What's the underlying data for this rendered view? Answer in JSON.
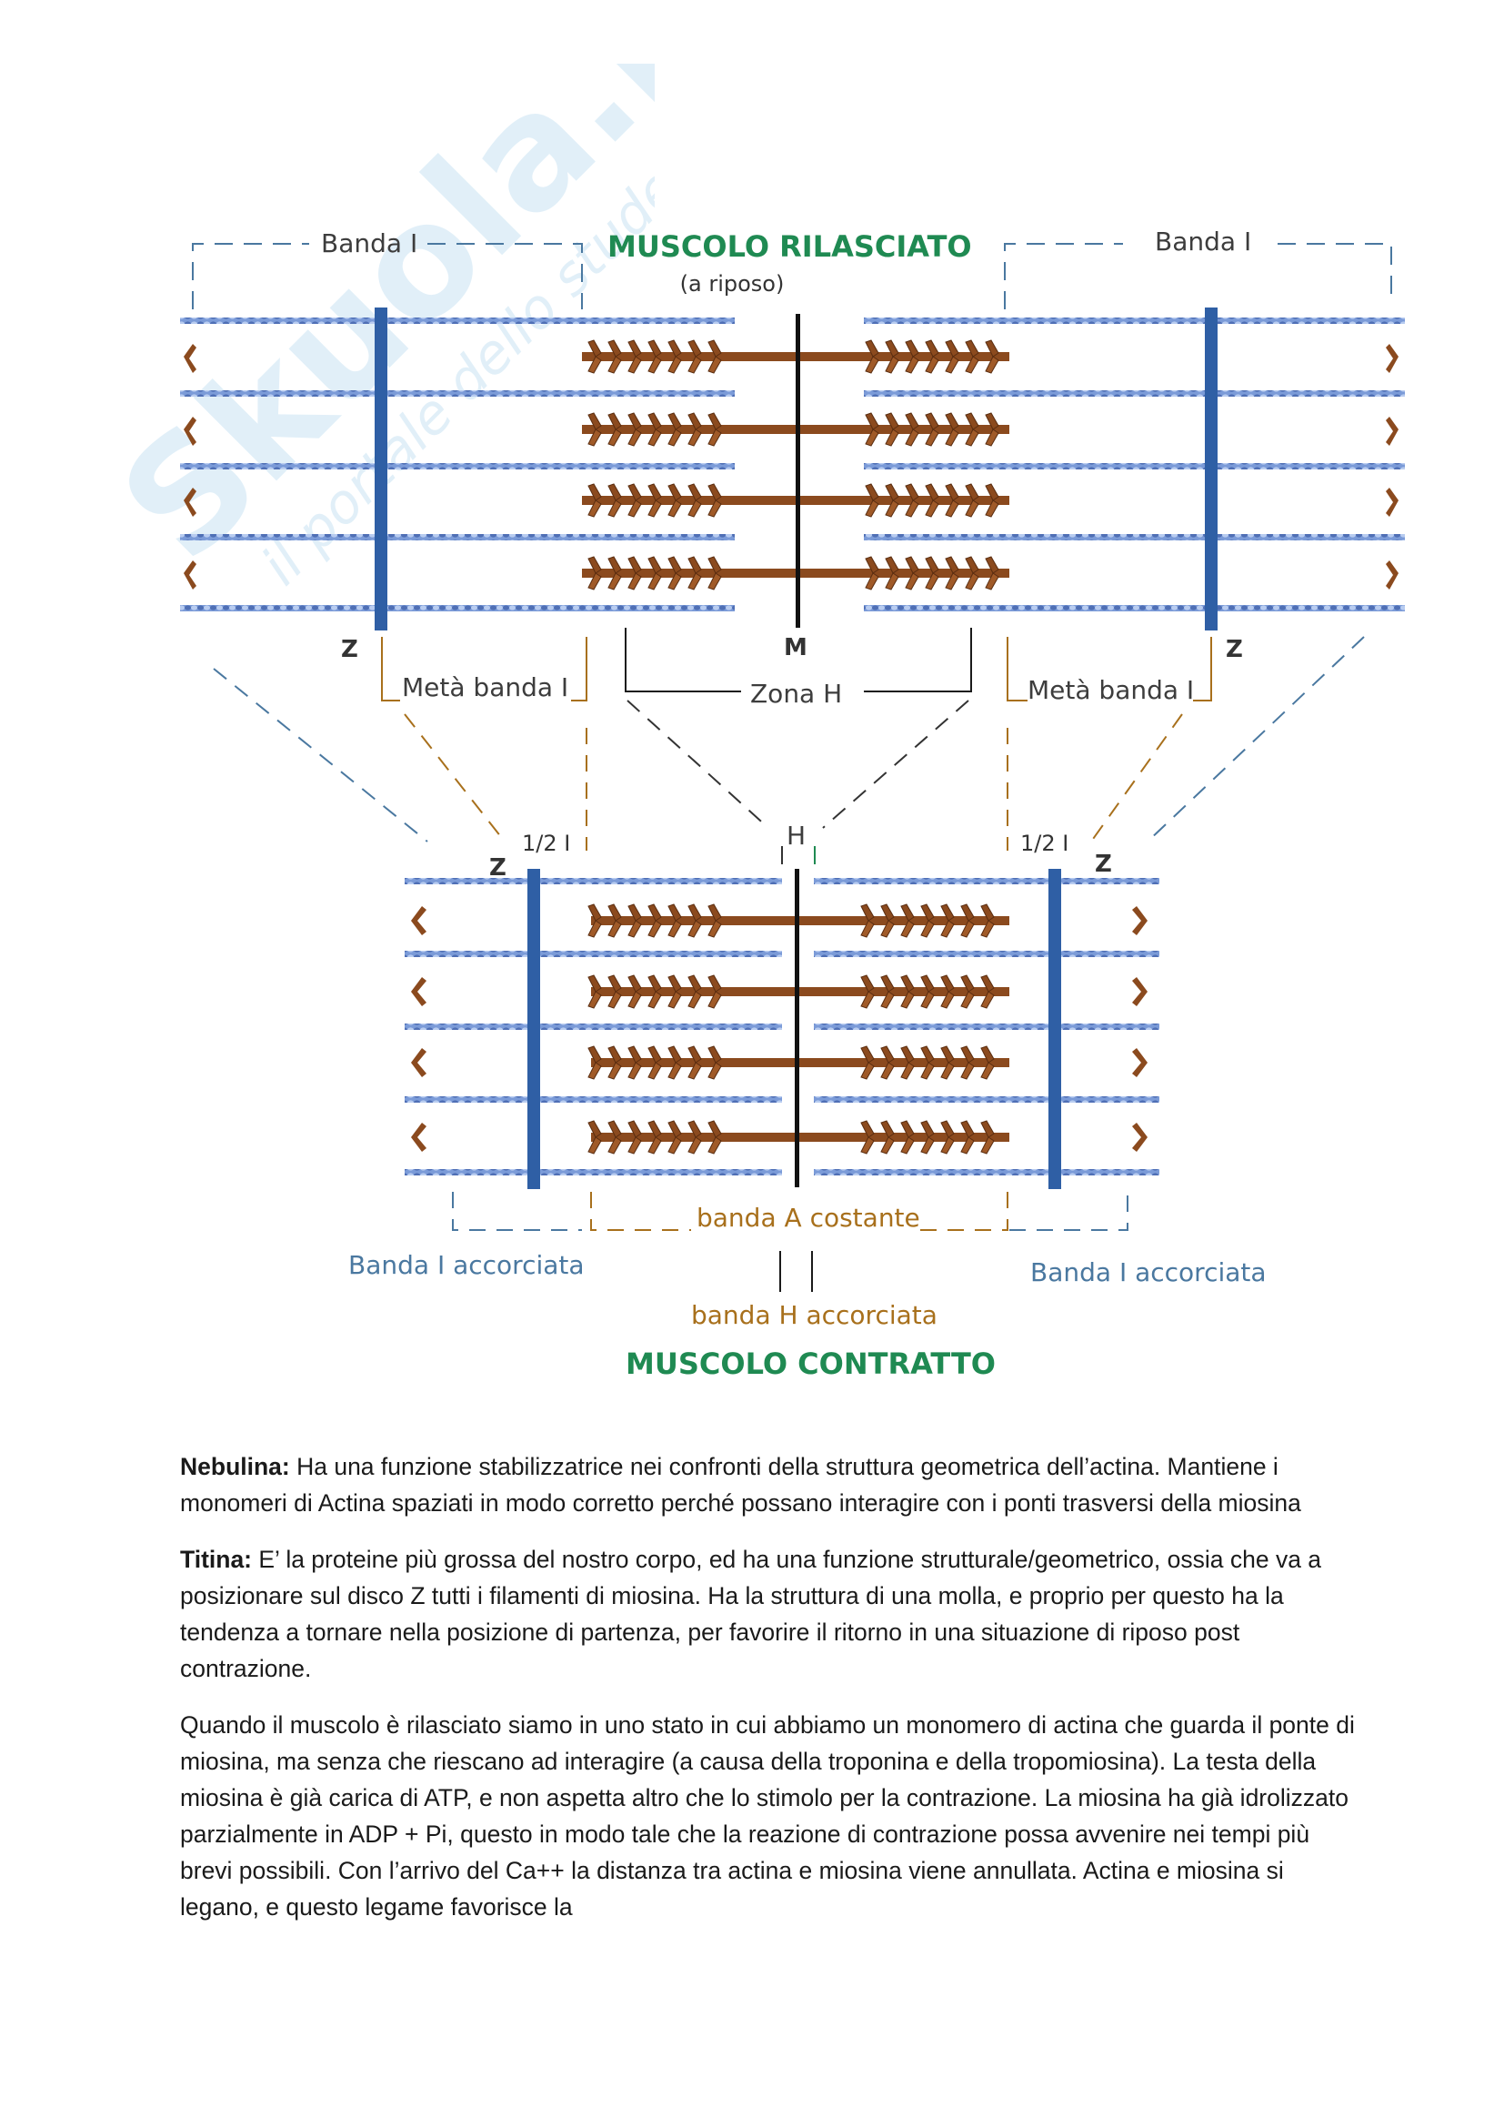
{
  "watermark": {
    "brand": "Skuola.net",
    "tagline": "il portale dello studente"
  },
  "diagram": {
    "relaxed": {
      "title": "MUSCOLO RILASCIATO",
      "subtitle": "(a riposo)",
      "band_i_left": "Banda I",
      "band_i_right": "Banda I",
      "z_left": "Z",
      "z_right": "Z",
      "m_line": "M",
      "half_band_left": "Metà banda I",
      "half_band_right": "Metà banda I",
      "h_zone": "Zona H"
    },
    "contracted": {
      "title": "MUSCOLO CONTRATTO",
      "half_i_left": "1/2 I",
      "half_i_right": "1/2 I",
      "z_left": "Z",
      "z_right": "Z",
      "h_label": "H",
      "band_a": "banda A costante",
      "band_i_short_left": "Banda I accorciata",
      "band_i_short_right": "Banda I accorciata",
      "band_h_short": "banda H accorciata"
    },
    "colors": {
      "actin": "#6f8fd0",
      "myosin": "#8b4a1e",
      "z_disc": "#2f5fa5",
      "title_green": "#1f8a52"
    }
  },
  "paragraphs": [
    {
      "term": "Nebulina:",
      "text": " Ha una funzione stabilizzatrice nei confronti della struttura geometrica dell’actina. Mantiene i monomeri di Actina spaziati in modo corretto perché possano interagire con i ponti trasversi della miosina"
    },
    {
      "term": "Titina:",
      "text": " E’ la proteine più grossa del nostro corpo, ed ha una funzione strutturale/geometrico, ossia che va a posizionare sul disco Z tutti i filamenti di miosina. Ha la struttura di una molla, e proprio per questo ha la tendenza a tornare nella posizione di partenza, per favorire il ritorno in una situazione di riposo post contrazione."
    },
    {
      "term": "",
      "text": "Quando il muscolo è rilasciato siamo in uno stato in cui abbiamo un monomero di actina che guarda il ponte di miosina, ma senza che riescano ad interagire (a causa della troponina e della tropomiosina). La testa della miosina è già carica di ATP, e non aspetta altro che lo stimolo per la contrazione. La miosina ha già idrolizzato parzialmente in ADP + Pi, questo in modo tale che la reazione di contrazione possa avvenire nei tempi più brevi possibili. Con l’arrivo del Ca++ la distanza tra actina e miosina viene annullata. Actina e miosina si legano, e questo legame favorisce la"
    }
  ]
}
